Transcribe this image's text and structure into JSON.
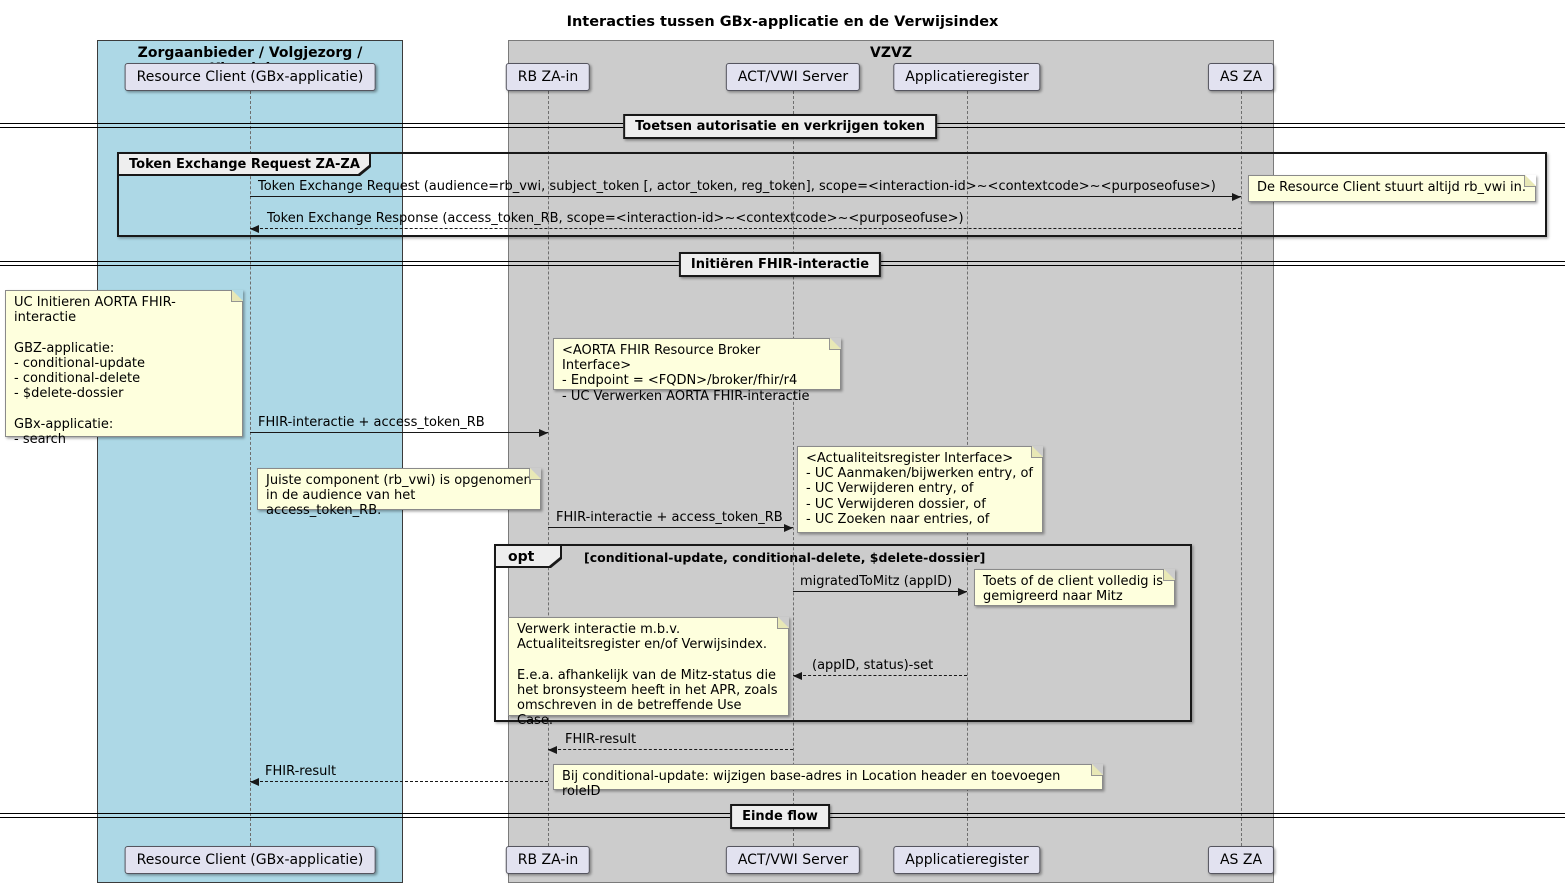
{
  "title": "Interacties tussen GBx-applicatie en de Verwijsindex",
  "boxes": {
    "left": {
      "label": "Zorgaanbieder / Volgjezorg / Klantloket",
      "fill": "#ADD8E6"
    },
    "right": {
      "label": "VZVZ",
      "fill": "#CCCCCC"
    }
  },
  "participants": [
    {
      "label": "Resource Client (GBx-applicatie)"
    },
    {
      "label": "RB ZA-in"
    },
    {
      "label": "ACT/VWI Server"
    },
    {
      "label": "Applicatieregister"
    },
    {
      "label": "AS ZA"
    }
  ],
  "dividers": [
    {
      "label": "Toetsen autorisatie en verkrijgen token"
    },
    {
      "label": "Initiëren FHIR-interactie"
    },
    {
      "label": "Einde flow"
    }
  ],
  "group": {
    "label": "Token Exchange Request ZA-ZA"
  },
  "fragment": {
    "keyword": "opt",
    "guard": "[conditional-update, conditional-delete, $delete-dossier]"
  },
  "messages": [
    {
      "label": "Token Exchange Request (audience=rb_vwi, subject_token [, actor_token, reg_token], scope=<interaction-id>~<contextcode>~<purposeofuse>)",
      "from": "Resource Client (GBx-applicatie)",
      "to": "AS ZA",
      "style": "solid"
    },
    {
      "label": "Token Exchange Response (access_token_RB, scope=<interaction-id>~<contextcode>~<purposeofuse>)",
      "from": "AS ZA",
      "to": "Resource Client (GBx-applicatie)",
      "style": "dashed"
    },
    {
      "label": "FHIR-interactie + access_token_RB",
      "from": "Resource Client (GBx-applicatie)",
      "to": "RB ZA-in",
      "style": "solid"
    },
    {
      "label": "FHIR-interactie + access_token_RB",
      "from": "RB ZA-in",
      "to": "ACT/VWI Server",
      "style": "solid"
    },
    {
      "label": "migratedToMitz (appID)",
      "from": "ACT/VWI Server",
      "to": "Applicatieregister",
      "style": "solid"
    },
    {
      "label": "(appID, status)-set",
      "from": "Applicatieregister",
      "to": "ACT/VWI Server",
      "style": "dashed"
    },
    {
      "label": "FHIR-result",
      "from": "ACT/VWI Server",
      "to": "RB ZA-in",
      "style": "dashed"
    },
    {
      "label": "FHIR-result",
      "from": "RB ZA-in",
      "to": "Resource Client (GBx-applicatie)",
      "style": "dashed"
    }
  ],
  "notes": [
    {
      "text": "De Resource Client stuurt altijd rb_vwi in."
    },
    {
      "text": "UC Initieren AORTA FHIR-interactie\n\nGBZ-applicatie:\n- conditional-update\n- conditional-delete\n- $delete-dossier\n\nGBx-applicatie:\n- search"
    },
    {
      "text": "<AORTA FHIR Resource Broker Interface>\n- Endpoint = <FQDN>/broker/fhir/r4\n- UC Verwerken AORTA FHIR-interactie"
    },
    {
      "text": "Juiste component (rb_vwi) is opgenomen\nin de audience van het access_token_RB."
    },
    {
      "text": "<Actualiteitsregister Interface>\n- UC Aanmaken/bijwerken entry, of\n- UC Verwijderen entry, of\n- UC Verwijderen dossier, of\n- UC Zoeken naar entries, of"
    },
    {
      "text": "Toets of de client volledig is\ngemigreerd naar Mitz"
    },
    {
      "text": "Verwerk interactie m.b.v.\nActualiteitsregister en/of Verwijsindex.\n\nE.e.a. afhankelijk van de Mitz-status die\nhet bronsysteem heeft in het APR, zoals\nomschreven in de betreffende Use Case."
    },
    {
      "text": "Bij conditional-update: wijzigen base-adres in Location header en toevoegen roleID"
    }
  ],
  "colors": {
    "note_fill": "#FEFFDD",
    "participant_fill": "#E2E2F0",
    "divider_fill": "#EEEEEE",
    "line": "#181818"
  }
}
